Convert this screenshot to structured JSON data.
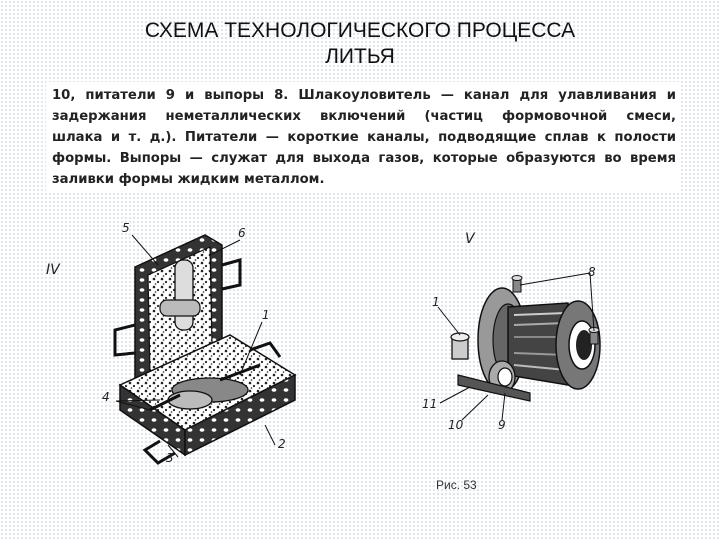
{
  "slide": {
    "title_line1": "СХЕМА ТЕХНОЛОГИЧЕСКОГО ПРОЦЕССА",
    "title_line2": "ЛИТЬЯ"
  },
  "text_block": {
    "lines": [
      "10, питатели 9 и выпоры 8. Шлакоуловитель — канал для улавливания и",
      "задержания неметаллических включений (частиц формовочной смеси,",
      "шлака и т. д.). Питатели — короткие каналы, подводящие сплав к полости",
      "формы. Выпоры — служат для выхода газов, которые образуются во время",
      "заливки формы жидким металлом."
    ]
  },
  "figure_iv": {
    "label": "IV",
    "callouts": [
      "5",
      "6",
      "1",
      "4",
      "3",
      "2"
    ]
  },
  "figure_v": {
    "label": "V",
    "callouts": [
      "8",
      "1",
      "11",
      "10",
      "9"
    ]
  },
  "caption": "Рис. 53"
}
